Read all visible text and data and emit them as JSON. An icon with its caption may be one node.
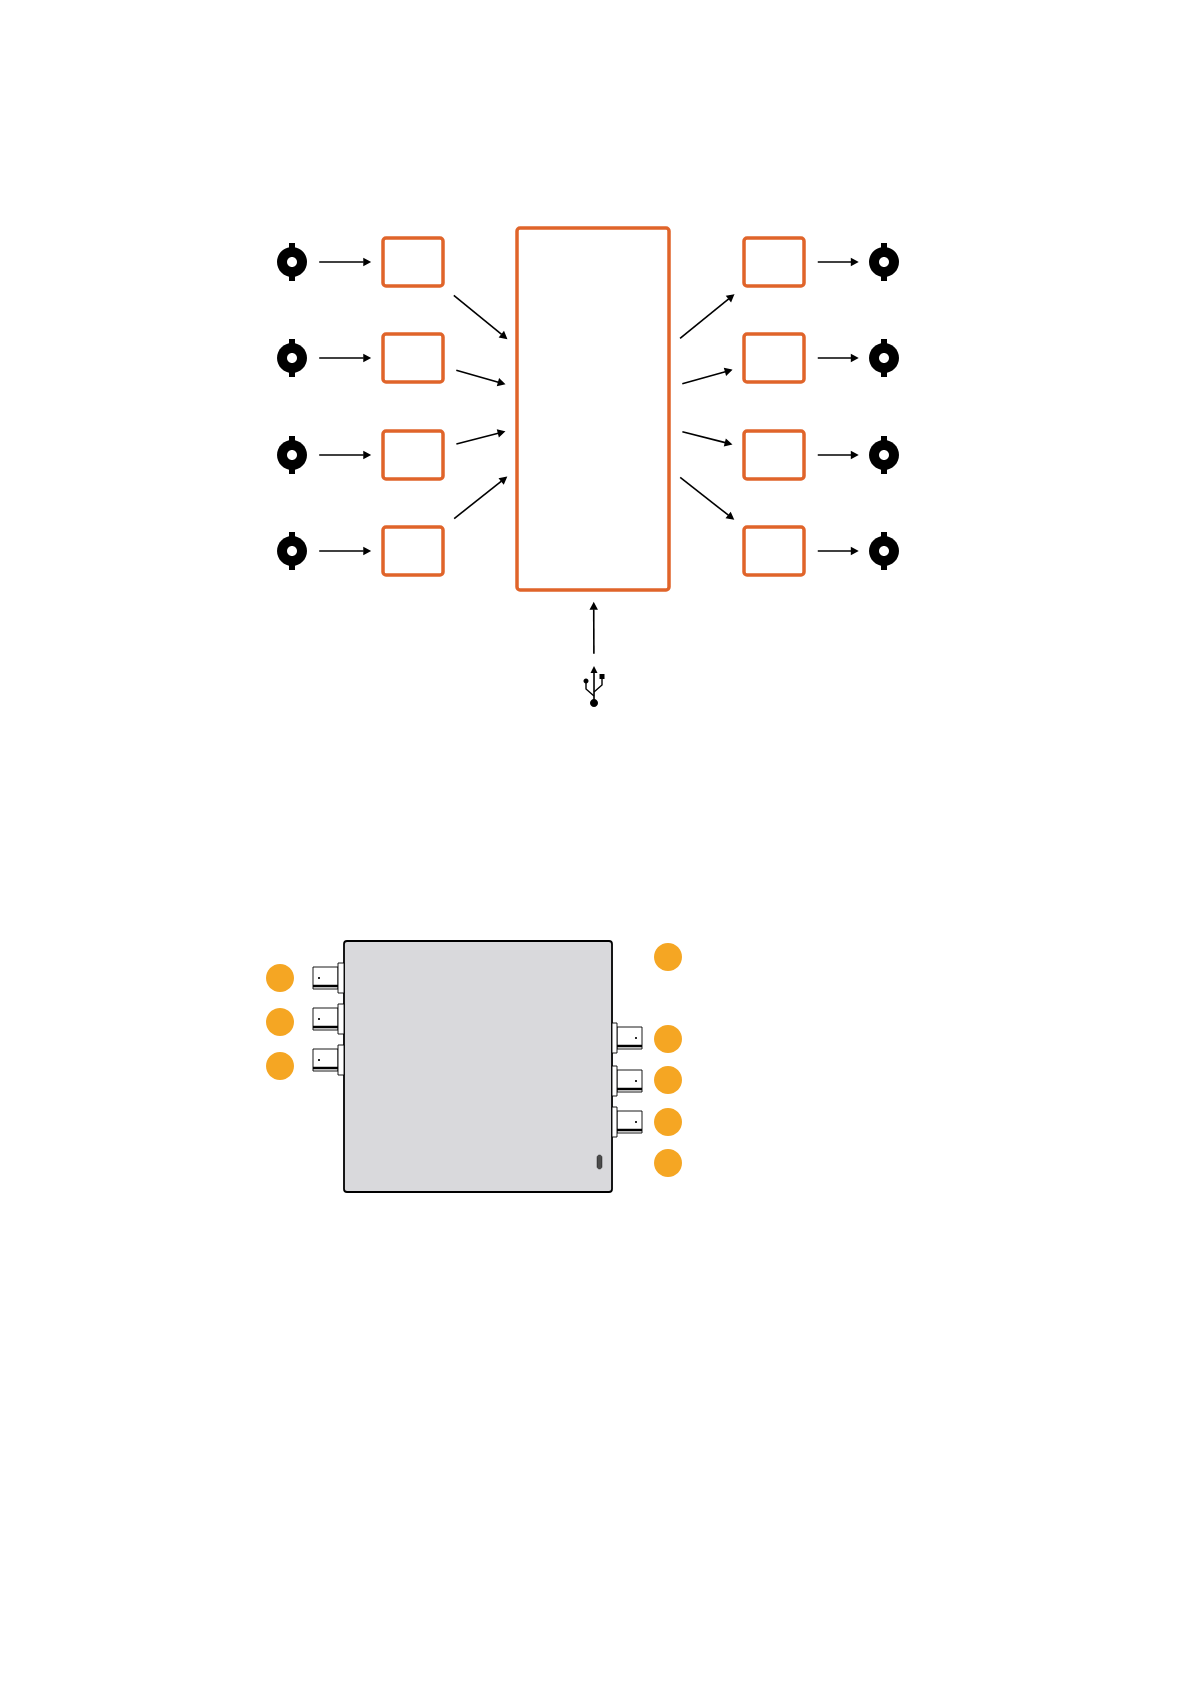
{
  "diagram": {
    "nodes": [
      {
        "text": [],
        "shape": "circle"
      },
      {
        "text": [],
        "shape": "circle"
      },
      {
        "text": [],
        "shape": "circle"
      },
      {
        "text": [],
        "shape": "circle"
      },
      {
        "text": [],
        "shape": "box"
      },
      {
        "text": [],
        "shape": "box"
      },
      {
        "text": [],
        "shape": "box"
      },
      {
        "text": [],
        "shape": "box"
      },
      {
        "text": [],
        "shape": "box"
      },
      {
        "text": [],
        "shape": "box"
      },
      {
        "text": [],
        "shape": "box"
      },
      {
        "text": [],
        "shape": "box"
      },
      {
        "text": [],
        "shape": "box"
      },
      {
        "text": [],
        "shape": "circle"
      },
      {
        "text": [],
        "shape": "circle"
      },
      {
        "text": [],
        "shape": "circle"
      },
      {
        "text": [],
        "shape": "circle"
      },
      {
        "text": [],
        "shape": "symbol"
      }
    ],
    "edges": [
      {
        "from": 0,
        "to": 4,
        "arrow": "to"
      },
      {
        "from": 1,
        "to": 5,
        "arrow": "to"
      },
      {
        "from": 2,
        "to": 6,
        "arrow": "to"
      },
      {
        "from": 3,
        "to": 7,
        "arrow": "to"
      },
      {
        "from": 4,
        "to": 8,
        "arrow": "to"
      },
      {
        "from": 5,
        "to": 8,
        "arrow": "to"
      },
      {
        "from": 6,
        "to": 8,
        "arrow": "to"
      },
      {
        "from": 7,
        "to": 8,
        "arrow": "to"
      },
      {
        "from": 8,
        "to": 9,
        "arrow": "to"
      },
      {
        "from": 8,
        "to": 10,
        "arrow": "to"
      },
      {
        "from": 8,
        "to": 11,
        "arrow": "to"
      },
      {
        "from": 8,
        "to": 12,
        "arrow": "to"
      },
      {
        "from": 9,
        "to": 13,
        "arrow": "to"
      },
      {
        "from": 10,
        "to": 14,
        "arrow": "to"
      },
      {
        "from": 11,
        "to": 15,
        "arrow": "to"
      },
      {
        "from": 12,
        "to": 16,
        "arrow": "to"
      },
      {
        "from": 17,
        "to": 8,
        "arrow": "to"
      }
    ]
  }
}
